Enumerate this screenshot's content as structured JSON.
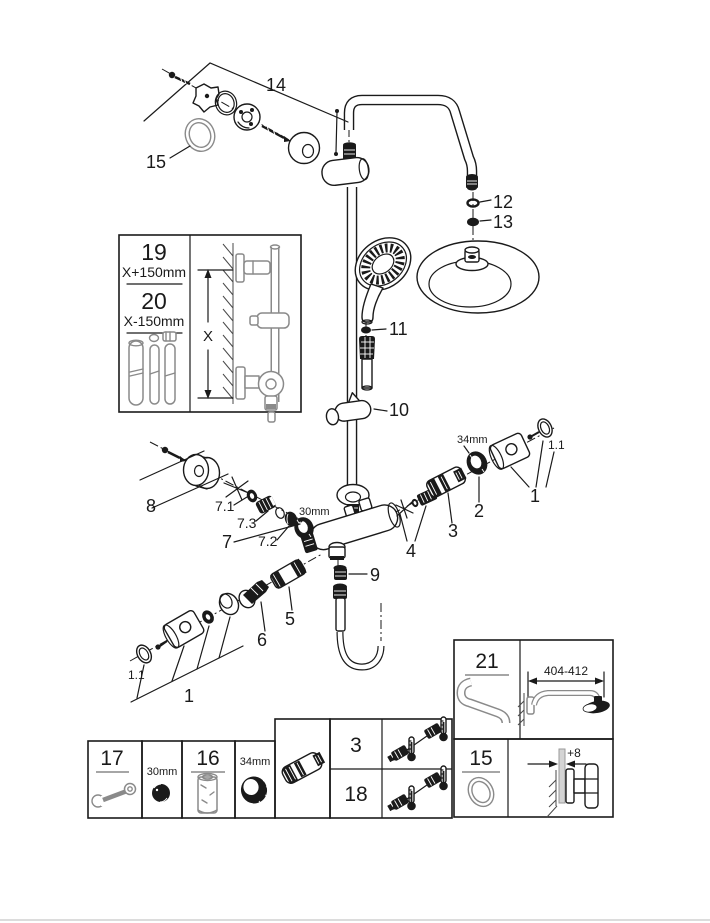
{
  "colors": {
    "ink": "#1a1a1a",
    "gray_part": "#8a8a8a",
    "underline_gray": "#9a9a9a",
    "page": "#ffffff"
  },
  "labels": {
    "p14": "14",
    "p15": "15",
    "p12": "12",
    "p13": "13",
    "p11": "11",
    "p10": "10",
    "p9": "9",
    "p8": "8",
    "p7": "7",
    "p71": "7.1",
    "p72": "7.2",
    "p73": "7.3",
    "p4": "4",
    "p3": "3",
    "p2": "2",
    "p1r": "1",
    "p11r": "1.1",
    "p5": "5",
    "p6": "6",
    "p1b": "1",
    "p11b": "1.1",
    "d34": "34mm",
    "d30": "30mm"
  },
  "inset_rail": {
    "n19": "19",
    "len19": "X+150mm",
    "n20": "20",
    "len20": "X-150mm",
    "dim": "X"
  },
  "inset_arm": {
    "num": "21",
    "dim": "404-412"
  },
  "inset_union": {
    "num": "15",
    "dim": "+8"
  },
  "bottom": {
    "n17": "17",
    "d30": "30mm",
    "n16": "16",
    "d34": "34mm",
    "n3": "3",
    "n18": "18"
  }
}
